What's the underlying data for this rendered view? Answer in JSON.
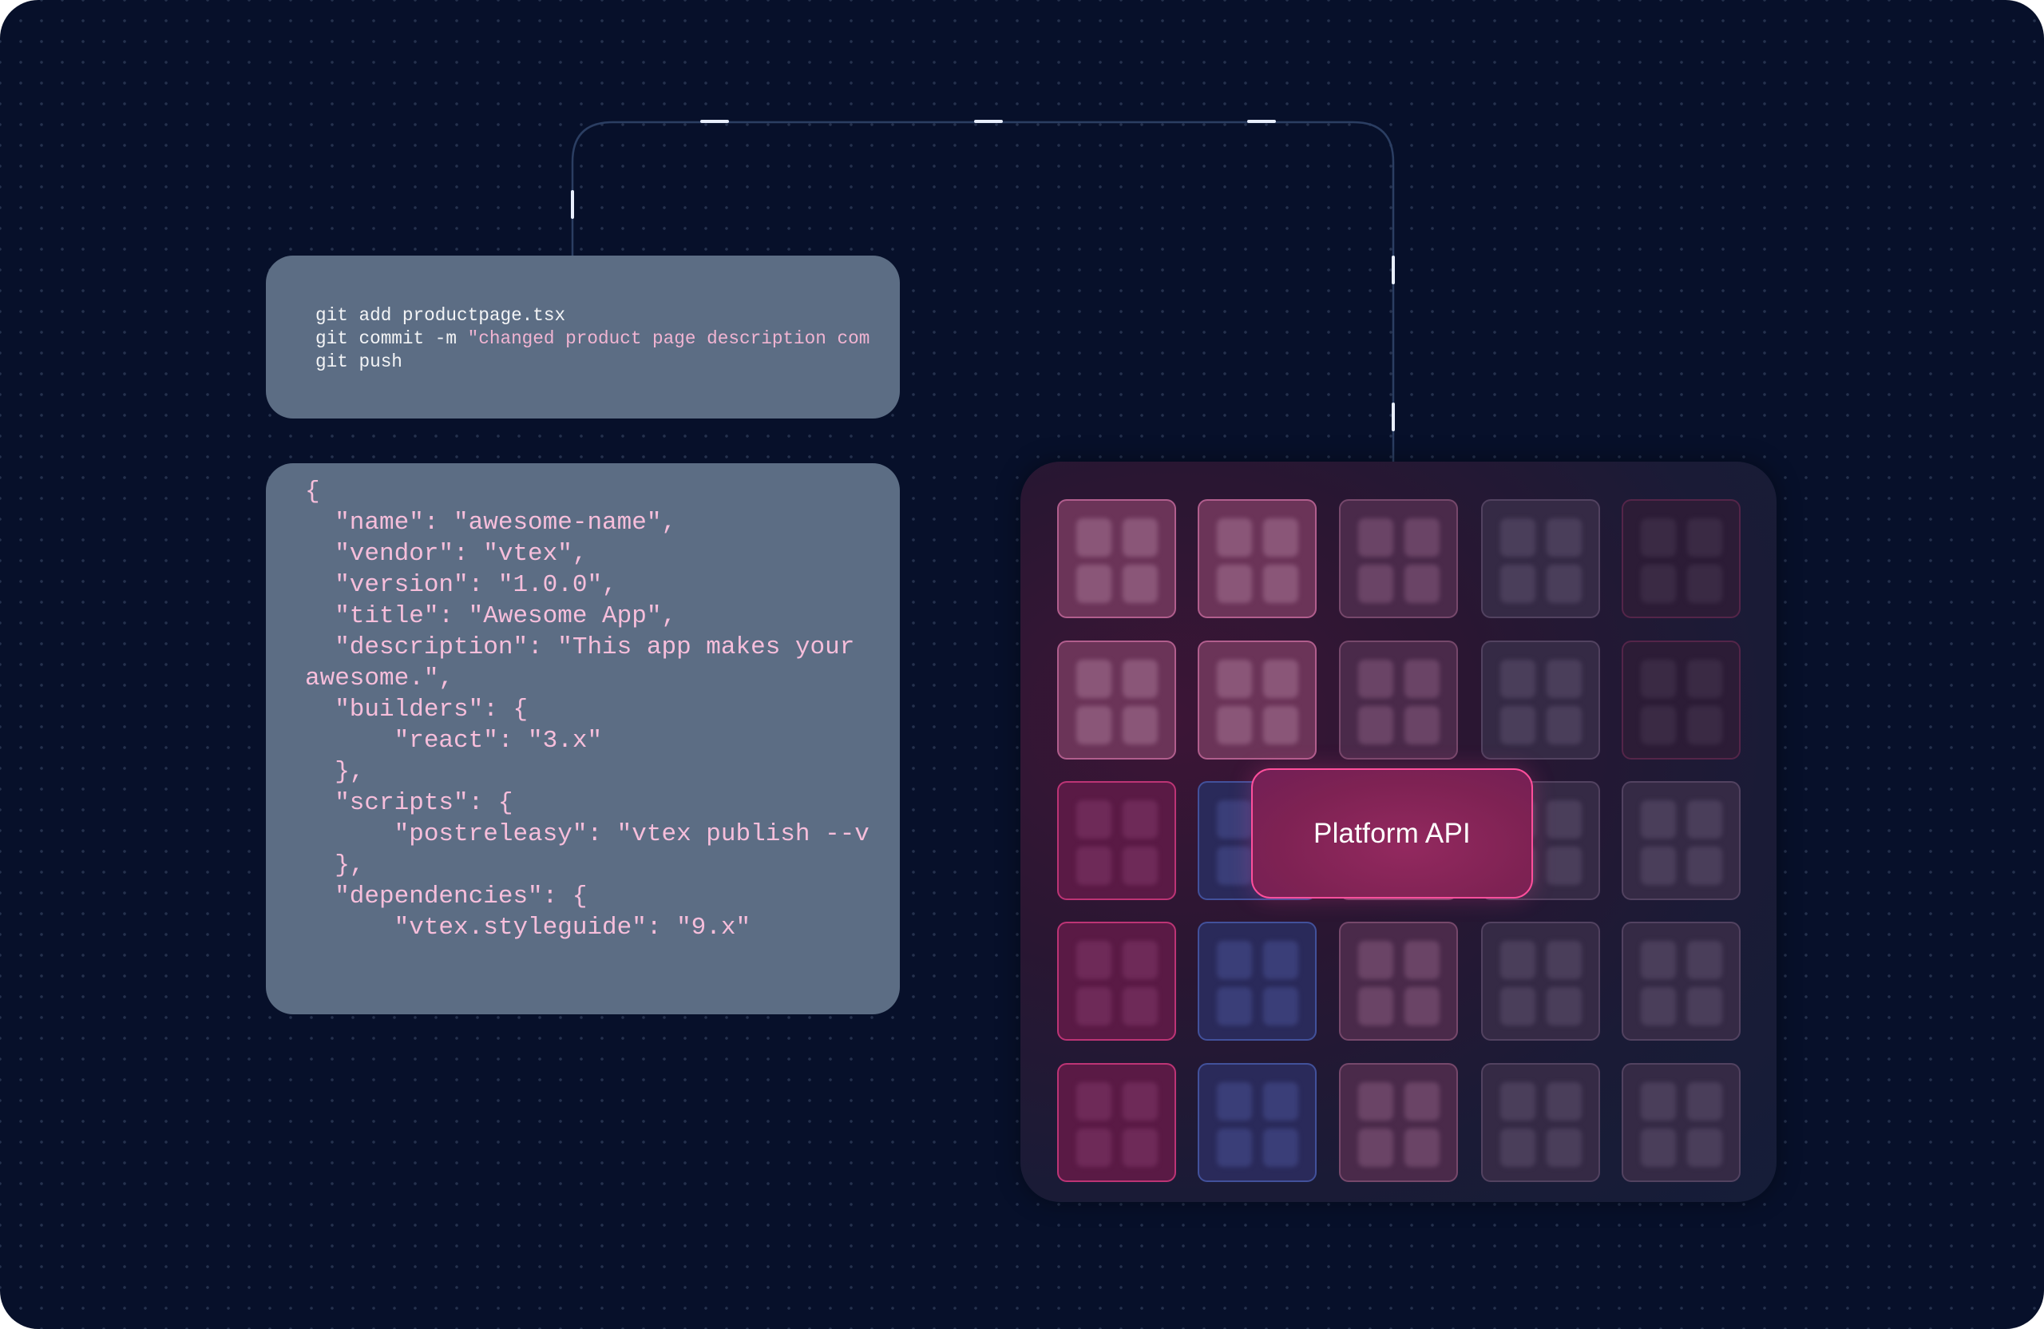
{
  "terminal": {
    "lines": [
      {
        "text": "git add productpage.tsx"
      },
      {
        "cmd": "git commit -m ",
        "arg": "\"changed product page description com"
      },
      {
        "text": "git push"
      }
    ]
  },
  "manifest": {
    "lines": [
      "{",
      "  \"name\": \"awesome-name\",",
      "  \"vendor\": \"vtex\",",
      "  \"version\": \"1.0.0\",",
      "  \"title\": \"Awesome App\",",
      "  \"description\": \"This app makes your",
      "awesome.\",",
      "  \"builders\": {",
      "      \"react\": \"3.x\"",
      "  },",
      "  \"scripts\": {",
      "      \"postreleasy\": \"vtex publish --v",
      "  },",
      "  \"dependencies\": {",
      "      \"vtex.styleguide\": \"9.x\""
    ]
  },
  "platform": {
    "label": "Platform API",
    "accent": "#ff4f9c"
  },
  "tile_grid": {
    "rows": 5,
    "cols": 5,
    "tones": [
      [
        "pink",
        "pink",
        "mauve",
        "muted",
        "dark"
      ],
      [
        "pink",
        "pink",
        "mauve",
        "muted",
        "dark"
      ],
      [
        "magenta",
        "blue",
        "mauve",
        "muted",
        "muted"
      ],
      [
        "magenta",
        "blue",
        "mauve",
        "muted",
        "muted"
      ],
      [
        "magenta",
        "blue",
        "mauve",
        "muted",
        "muted"
      ]
    ],
    "colors": {
      "pink": "#6b3458",
      "magenta": "#5a1a45",
      "mauve": "#4a2a4a",
      "muted": "#352a45",
      "dark": "#2c1c36",
      "blue": "#2a2a5a"
    }
  }
}
